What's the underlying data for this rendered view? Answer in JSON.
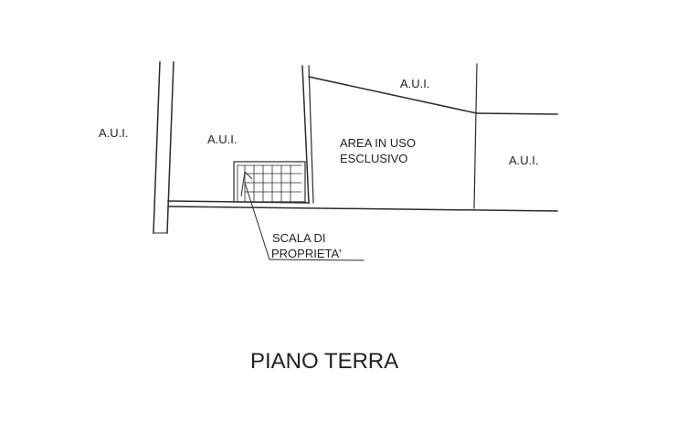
{
  "labels": {
    "aui_left": "A.U.I.",
    "aui_center": "A.U.I.",
    "aui_top": "A.U.I.",
    "aui_right": "A.U.I.",
    "area_line1": "AREA IN USO",
    "area_line2": "ESCLUSIVO",
    "scala_line1": "SCALA DI",
    "scala_line2": "PROPRIETA'"
  },
  "title": "PIANO TERRA",
  "colors": {
    "line": "#2b2b2b",
    "text": "#222222",
    "background": "#ffffff"
  }
}
